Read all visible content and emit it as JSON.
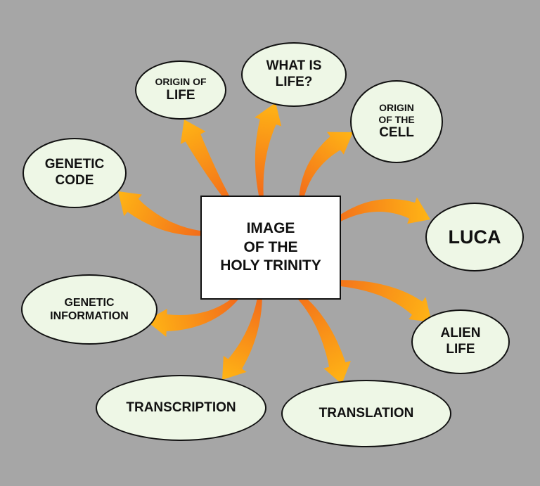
{
  "center": {
    "lines": [
      "IMAGE",
      "OF THE",
      "HOLY TRINITY"
    ]
  },
  "nodes": {
    "origin_of_life": {
      "line1": "ORIGIN OF",
      "line2": "LIFE"
    },
    "what_is_life": {
      "line1": "WHAT IS",
      "line2": "LIFE?"
    },
    "origin_of_cell": {
      "line1": "ORIGIN",
      "line2": "OF THE",
      "line3": "CELL"
    },
    "genetic_code": {
      "line1": "GENETIC",
      "line2": "CODE"
    },
    "luca": {
      "label": "LUCA"
    },
    "genetic_information": {
      "line1": "GENETIC",
      "line2": "INFORMATION"
    },
    "alien_life": {
      "line1": "ALIEN",
      "line2": "LIFE"
    },
    "transcription": {
      "label": "TRANSCRIPTION"
    },
    "translation": {
      "label": "TRANSLATION"
    }
  },
  "colors": {
    "background": "#a6a6a6",
    "node_fill": "#eef7e6",
    "arrow_start": "#f26a1b",
    "arrow_end": "#ffb515"
  }
}
